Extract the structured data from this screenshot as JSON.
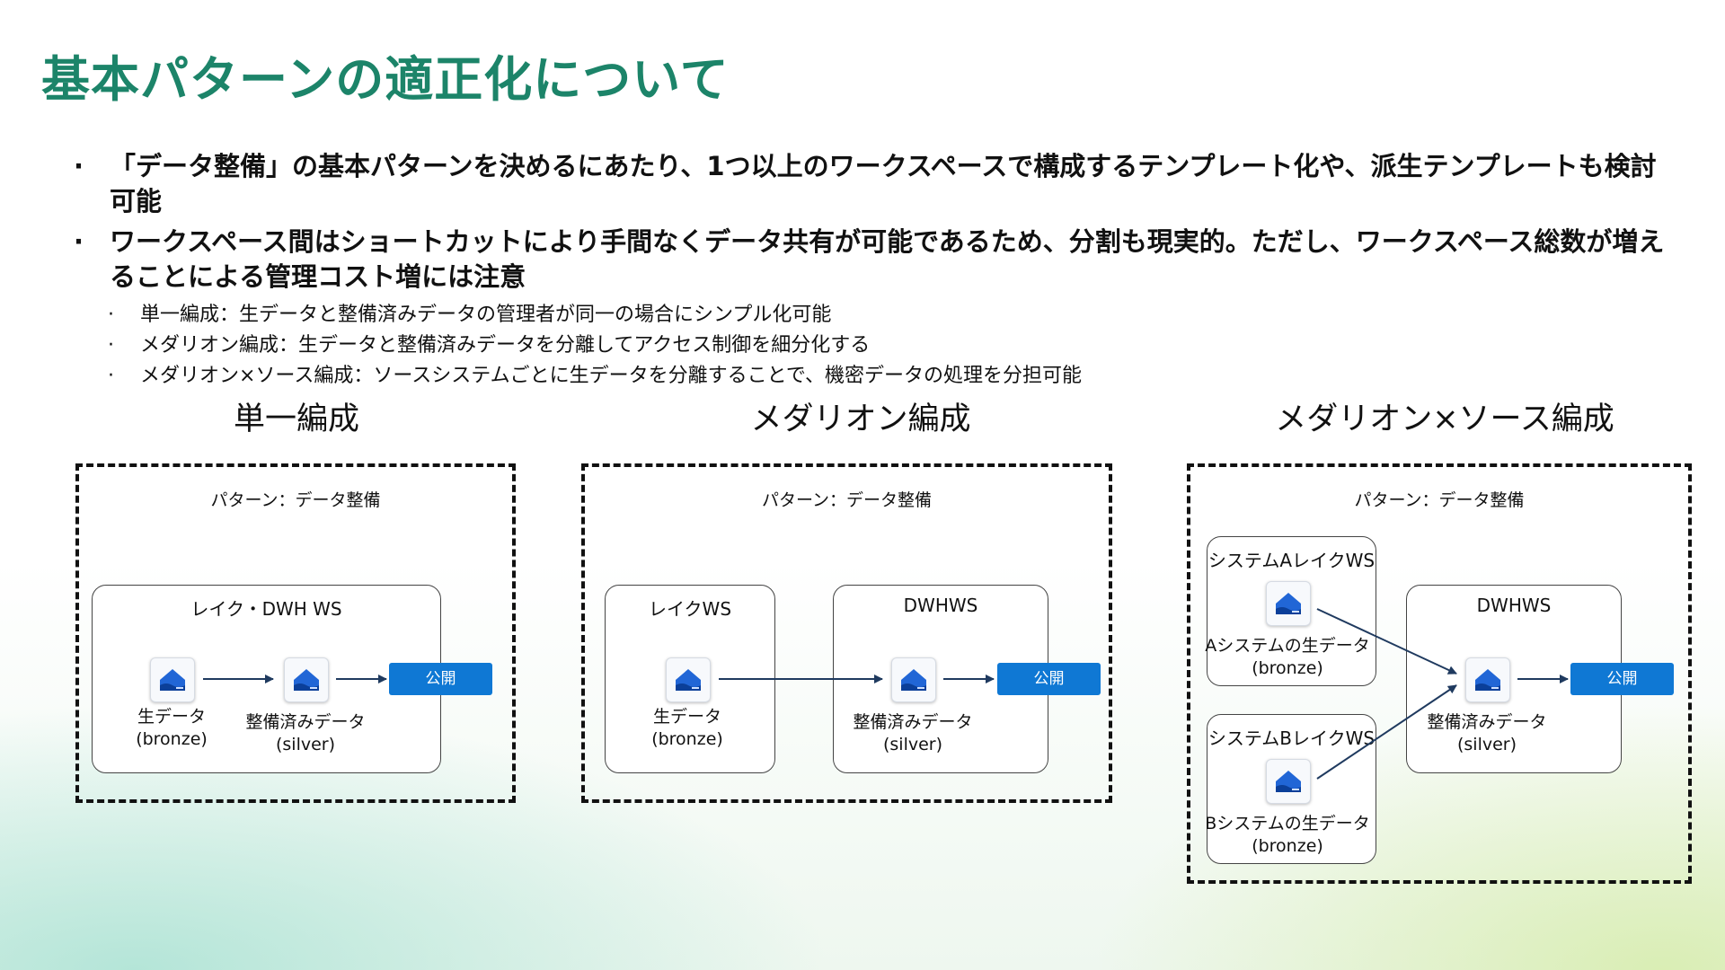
{
  "title": "基本パターンの適正化について",
  "bullets": [
    {
      "text": "「データ整備」の基本パターンを決めるにあたり、1つ以上のワークスペースで構成するテンプレート化や、派生テンプレートも検討可能",
      "sub": []
    },
    {
      "text": "ワークスペース間はショートカットにより手間なくデータ共有が可能であるため、分割も現実的。ただし、ワークスペース総数が増えることによる管理コスト増には注意",
      "sub": [
        "単一編成：生データと整備済みデータの管理者が同一の場合にシンプル化可能",
        "メダリオン編成：生データと整備済みデータを分離してアクセス制御を細分化する",
        "メダリオン×ソース編成：ソースシステムごとに生データを分離することで、機密データの処理を分担可能"
      ]
    }
  ],
  "diagrams": {
    "single": {
      "title": "単一編成",
      "pattern": "パターン：データ整備",
      "ws": "レイク・DWH WS",
      "raw": "生データ\n(bronze)",
      "refined": "整備済みデータ\n(silver)",
      "publish": "公開"
    },
    "medallion": {
      "title": "メダリオン編成",
      "pattern": "パターン：データ整備",
      "lake_ws": "レイクWS",
      "dwh_ws": "DWHWS",
      "raw": "生データ\n(bronze)",
      "refined": "整備済みデータ\n(silver)",
      "publish": "公開"
    },
    "source": {
      "title": "メダリオン×ソース編成",
      "pattern": "パターン：データ整備",
      "ws_a": "システムAレイクWS",
      "raw_a": "Aシステムの生データ\n(bronze)",
      "ws_b": "システムBレイクWS",
      "raw_b": "Bシステムの生データ\n(bronze)",
      "dwh_ws": "DWHWS",
      "refined": "整備済みデータ\n(silver)",
      "publish": "公開"
    }
  },
  "colors": {
    "title": "#1c8469",
    "publish": "#0f78d4",
    "arrow": "#1f3a5f",
    "icon": "#2166d6"
  },
  "icon": "lakehouse-icon"
}
